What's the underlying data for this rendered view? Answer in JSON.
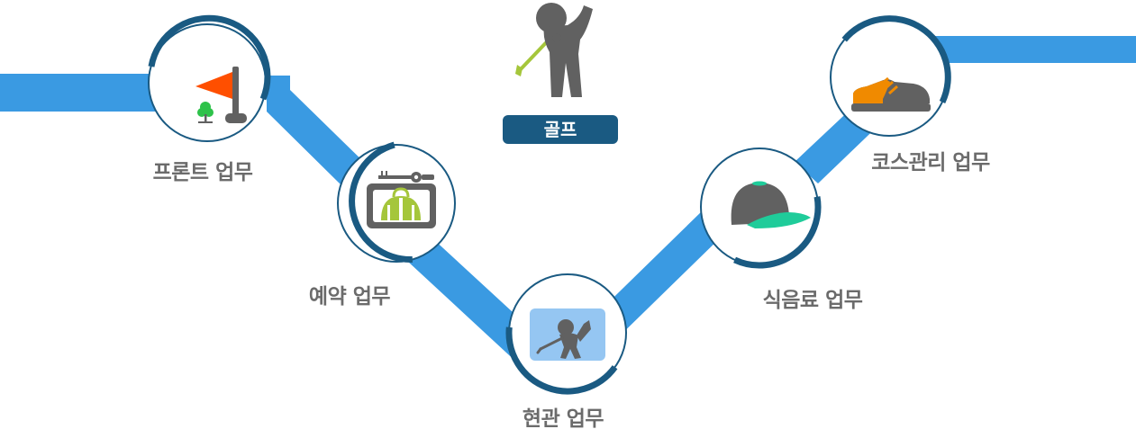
{
  "title": "골프",
  "steps": [
    {
      "label": "프론트 업무",
      "icon": "golf-flag-icon"
    },
    {
      "label": "예약 업무",
      "icon": "golf-bag-locker-icon"
    },
    {
      "label": "현관 업무",
      "icon": "golfer-swing-icon"
    },
    {
      "label": "식음료 업무",
      "icon": "cap-icon"
    },
    {
      "label": "코스관리 업무",
      "icon": "golf-shoe-icon"
    }
  ],
  "colors": {
    "path": "#3a9ae2",
    "ring": "#1a5a82",
    "label": "#6b6b6b",
    "flag": "#ff4f00",
    "green": "#2ec24a",
    "gray": "#616161",
    "lime": "#a5c63b",
    "teal": "#1fcc9a",
    "orange": "#f08a00",
    "light_blue": "#95c6f2"
  }
}
